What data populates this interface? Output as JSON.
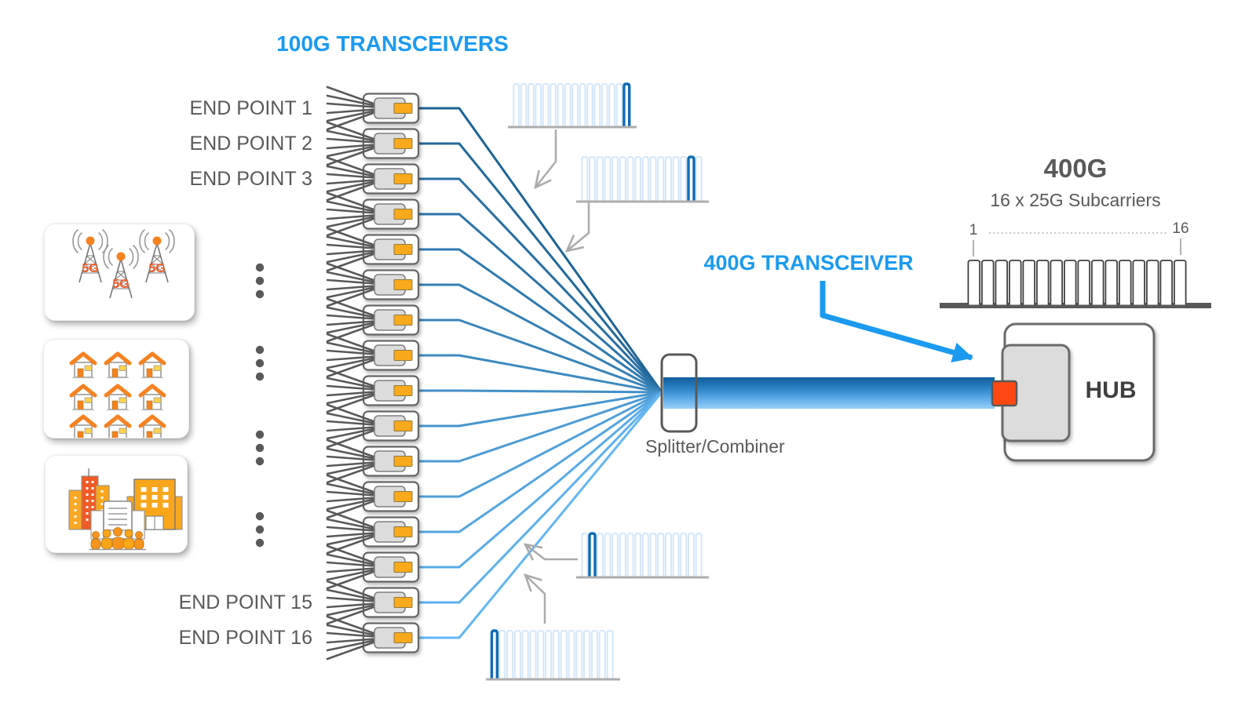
{
  "colors": {
    "accent_blue": "#1B9AF0",
    "diagram_gray": "#595959",
    "fiber_dark_blue": "#1E6396",
    "fiber_light_blue": "#63B6F3",
    "module_orange": "#F9A91C",
    "hub_connector_orange_red": "#FF4713",
    "subcarrier_light_blue": "#D4E7F9",
    "subcarrier_highlight_blue": "#0E6BB5"
  },
  "headings": {
    "transceivers_100g": "100G TRANSCEIVERS",
    "transceiver_400g": "400G TRANSCEIVER"
  },
  "aggregate_signal": {
    "title": "400G",
    "subtitle": "16 x 25G Subcarriers",
    "subcarrier_count": 16,
    "first_subcarrier_label": "1",
    "last_subcarrier_label": "16"
  },
  "endpoints": {
    "count": 16,
    "visible_labels": [
      {
        "row": 1,
        "label": "END POINT 1"
      },
      {
        "row": 2,
        "label": "END POINT 2"
      },
      {
        "row": 3,
        "label": "END POINT 3"
      },
      {
        "row": 15,
        "label": "END POINT 15"
      },
      {
        "row": 16,
        "label": "END POINT 16"
      }
    ],
    "ellipsis_group_count": 4
  },
  "categories": [
    {
      "name": "5g-cell-sites",
      "badge": "5G"
    },
    {
      "name": "residential-homes"
    },
    {
      "name": "business-buildings"
    }
  ],
  "mini_spectra": [
    {
      "position": "top",
      "subcarrier_count": 16,
      "highlighted_subcarrier": 16
    },
    {
      "position": "upper-middle",
      "subcarrier_count": 16,
      "highlighted_subcarrier": 15
    },
    {
      "position": "lower-middle",
      "subcarrier_count": 16,
      "highlighted_subcarrier": 2
    },
    {
      "position": "bottom",
      "subcarrier_count": 16,
      "highlighted_subcarrier": 1
    }
  ],
  "trunk": {
    "splitter_label": "Splitter/Combiner",
    "hub_label": "HUB"
  }
}
